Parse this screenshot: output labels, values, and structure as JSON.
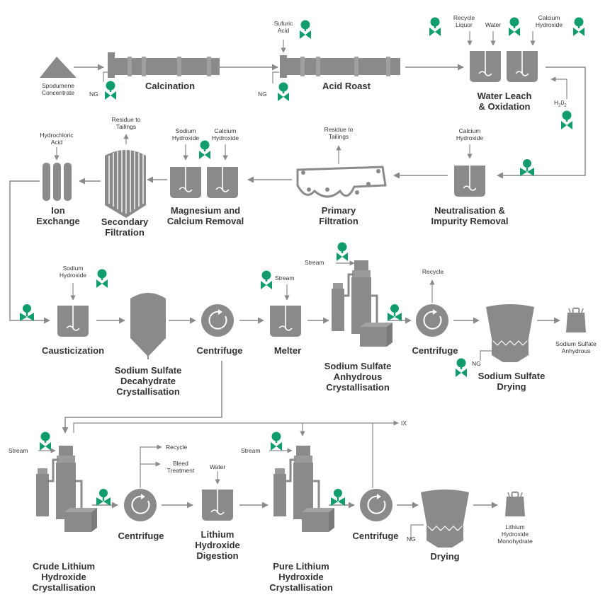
{
  "colors": {
    "equipment": "#8a8a8a",
    "line": "#8a8a8a",
    "valve": "#119c6b",
    "text": "#333333"
  },
  "steps": {
    "calcination": "Calcination",
    "acid_roast": "Acid Roast",
    "water_leach": [
      "Water Leach",
      "& Oxidation"
    ],
    "neutralisation": [
      "Neutralisation &",
      "Impurity Removal"
    ],
    "primary_filtration": [
      "Primary",
      "Filtration"
    ],
    "mg_ca_removal": [
      "Magnesium and",
      "Calcium Removal"
    ],
    "secondary_filtration": [
      "Secondary",
      "Filtration"
    ],
    "ion_exchange": [
      "Ion",
      "Exchange"
    ],
    "causticization": "Causticization",
    "decahydrate": [
      "Sodium Sulfate",
      "Decahydrate",
      "Crystallisation"
    ],
    "centrifuge": "Centrifuge",
    "melter": "Melter",
    "anhydrous_cryst": [
      "Sodium Sulfate",
      "Anhydrous",
      "Crystallisation"
    ],
    "sulfate_drying": [
      "Sodium Sulfate",
      "Drying"
    ],
    "crude_lioh": [
      "Crude Lithium",
      "Hydroxide",
      "Crystallisation"
    ],
    "lioh_digestion": [
      "Lithium",
      "Hydroxide",
      "Digestion"
    ],
    "pure_lioh": [
      "Pure Lithium",
      "Hydroxide",
      "Crystallisation"
    ],
    "drying": "Drying"
  },
  "inputs": {
    "spodumene": [
      "Spodumene",
      "Concentrate"
    ],
    "ng": "NG",
    "sulfuric_acid": [
      "Sufuric",
      "Acid"
    ],
    "recycle_liquor": [
      "Recycle",
      "Liquor"
    ],
    "water": "Water",
    "calcium_hydroxide": [
      "Calcium",
      "Hydroxide"
    ],
    "h2o2_main": "H",
    "h2o2_sub1": "2",
    "h2o2_o": "0",
    "h2o2_sub2": "2",
    "residue_to_tailings": [
      "Residue to",
      "Tailings"
    ],
    "sodium_hydroxide": [
      "Sodium",
      "Hydroxide"
    ],
    "hydrochloric_acid": [
      "Hydrochloric",
      "Acid"
    ],
    "stream": "Stream",
    "recycle": "Recycle",
    "bleed_treatment": [
      "Bleed",
      "Treatment"
    ],
    "ix": "IX"
  },
  "products": {
    "sodium_sulfate_anhydrous": [
      "Sodium Sulfate",
      "Anhydrous"
    ],
    "lithium_hydroxide_monohydrate": [
      "Lithium",
      "Hydroxide",
      "Monohydrate"
    ]
  }
}
